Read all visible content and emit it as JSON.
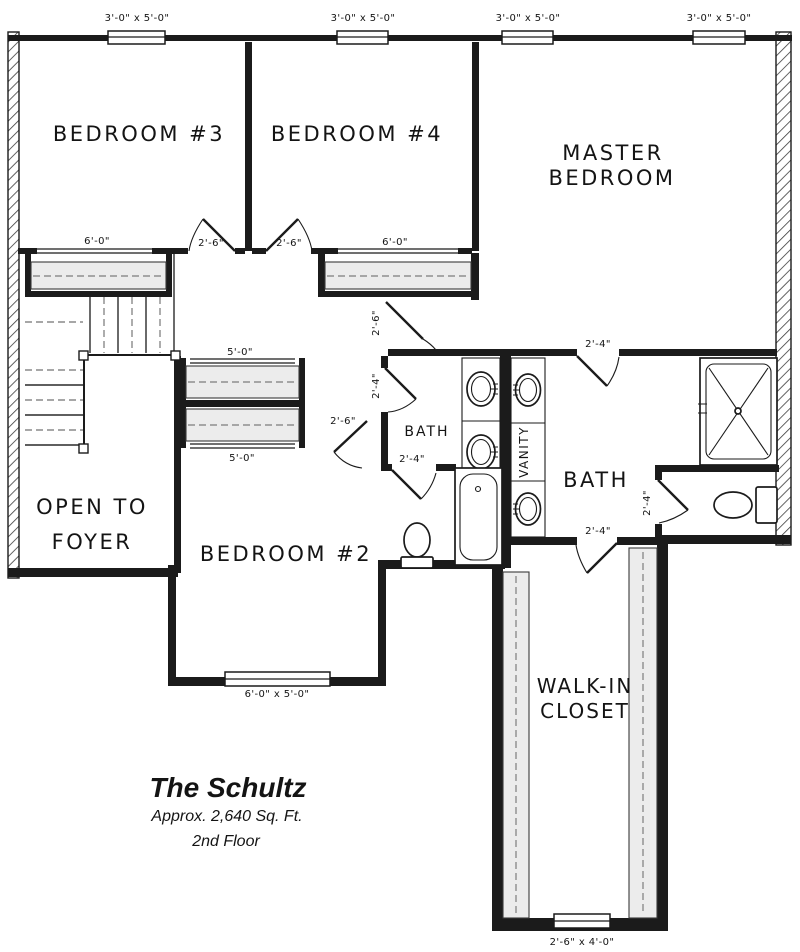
{
  "plan": {
    "colors": {
      "line": "#1a1a1a",
      "shelf_fill": "#ececec",
      "background": "#ffffff"
    },
    "rooms": {
      "bedroom3": "BEDROOM #3",
      "bedroom4": "BEDROOM #4",
      "master_line1": "MASTER",
      "master_line2": "BEDROOM",
      "bedroom2": "BEDROOM #2",
      "foyer_line1": "OPEN TO",
      "foyer_line2": "FOYER",
      "hall_bath": "BATH",
      "master_bath": "BATH",
      "vanity": "VANITY",
      "walk_in_line1": "WALK-IN",
      "walk_in_line2": "CLOSET"
    },
    "windows": {
      "top": "3'-0\" x 5'-0\"",
      "bedroom2": "6'-0\" x 5'-0\"",
      "walk_in_closet": "2'-6\" x 4'-0\""
    },
    "doors": {
      "bedroom3": "2'-6\"",
      "bedroom4": "2'-6\"",
      "master_entry": "2'-6\"",
      "bedroom2": "2'-6\"",
      "hall_bath": "2'-4\"",
      "bath_compartment": "2'-4\"",
      "master_bath": "2'-4\"",
      "toilet_room": "2'-4\"",
      "walk_in_closet": "2'-4\""
    },
    "closets": {
      "bedroom3": "6'-0\"",
      "bedroom4": "6'-0\"",
      "hall": "5'-0\"",
      "bedroom2": "5'-0\""
    }
  },
  "title_block": {
    "plan_name": "The Schultz",
    "area": "Approx. 2,640 Sq. Ft.",
    "floor": "2nd Floor"
  }
}
